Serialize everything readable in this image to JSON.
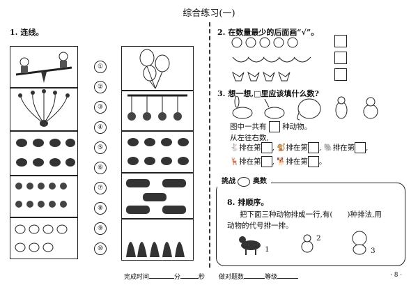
{
  "title": "综合练习(一)",
  "q1": {
    "heading": "1. 连线。",
    "numbers": [
      "①",
      "②",
      "③",
      "④",
      "⑤",
      "⑥",
      "⑦",
      "⑧",
      "⑨",
      "⑩"
    ],
    "left_pictures": [
      "seesaw-children",
      "peacock",
      "plants-row",
      "plants-row",
      "flowers",
      "chicks"
    ],
    "right_pictures": [
      "balloons",
      "swing-dolls",
      "plants-row",
      "cars",
      "bushes"
    ]
  },
  "q2": {
    "heading": "2. 在数量最少的后面画“√”。",
    "rows": [
      "apples",
      "bananas",
      "tulips"
    ]
  },
  "q3": {
    "heading": "3. 想一想,□里应该填什么数?",
    "line1a": "图中一共有",
    "line1b": "种动物。",
    "line2": "从左往右数,",
    "rank_label": "排在第",
    "animals": [
      "rabbit",
      "deer",
      "elephant",
      "monkey",
      "dog"
    ],
    "separators": [
      ",",
      ",",
      ",",
      ",",
      "。"
    ]
  },
  "challenge": {
    "badge_left": "挑战",
    "badge_right": "奥数",
    "q8_heading": "8. 排顺序。",
    "q8_line1": "把下面三种动物排成一行,有(　　)种排法,用",
    "q8_line2": "动物的代号排一排。",
    "animal_labels": [
      "1",
      "2",
      "3"
    ]
  },
  "footer": {
    "time_label": "完成时间",
    "min_label": "分",
    "sec_label": "秒",
    "correct_label": "做对题数",
    "grade_label": "等级",
    "page_number": "· 8 ·"
  }
}
